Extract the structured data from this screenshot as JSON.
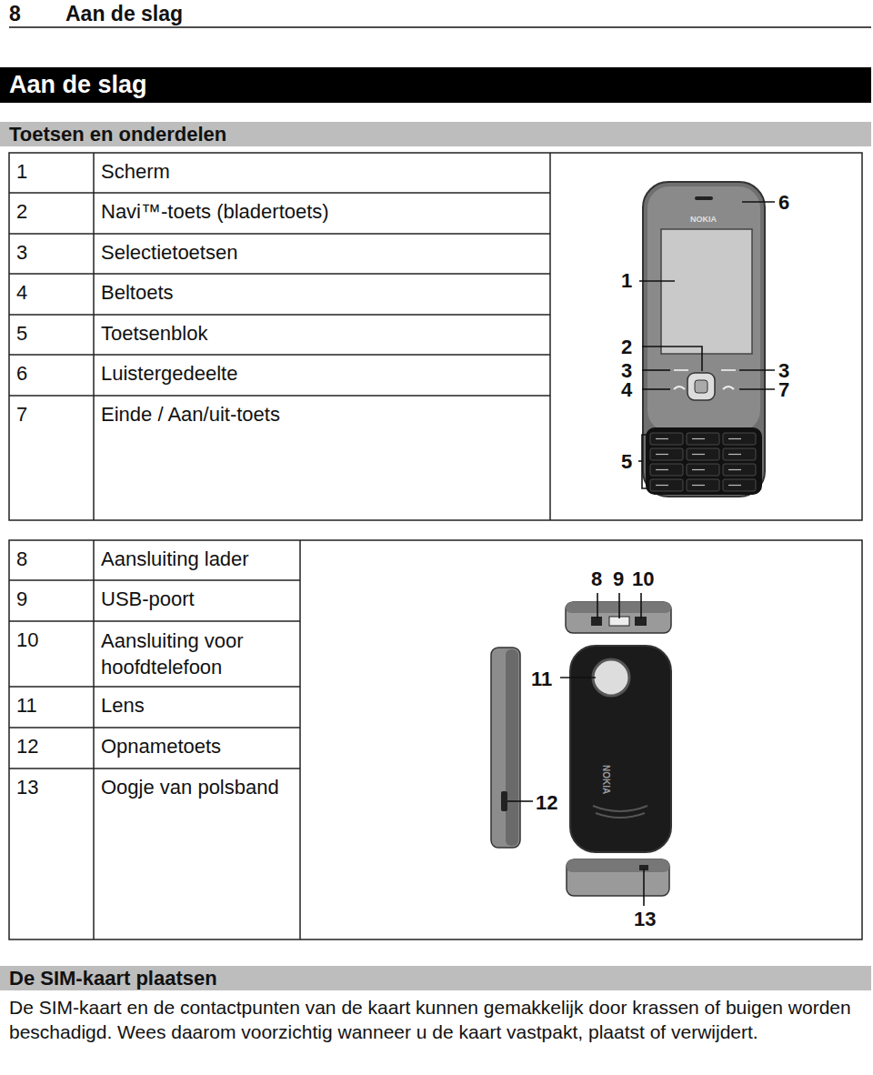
{
  "diagram": {
    "title": "Aan de slag",
    "labels": [
      "8",
      "Aan de slag",
      "Toetsen en onderdelen",
      "1",
      "Scherm",
      "2",
      "Navi™-toets (bladertoets)",
      "3",
      "Selectietoetsen",
      "4",
      "Beltoets",
      "5",
      "Toetsenblok",
      "6",
      "Luistergedeelte",
      "7",
      "Einde / Aan/uit-toets",
      "8",
      "Aansluiting lader",
      "9",
      "USB-poort",
      "10",
      "Aansluiting voor hoofdtelefoon",
      "11",
      "Lens",
      "12",
      "Opnametoets",
      "13",
      "Oogje van polsband",
      "1",
      "2",
      "3",
      "3",
      "4",
      "5",
      "6",
      "7",
      "8",
      "9",
      "10",
      "11",
      "12",
      "13",
      "NOKIA",
      "NOKIA",
      "De SIM-kaart plaatsen",
      "De SIM-kaart en de contactpunten van de kaart kunnen gemakkelijk door krassen of buigen worden beschadigd. Wees daarom voorzichtig wanneer u de kaart vastpakt, plaatst of verwijdert."
    ]
  }
}
